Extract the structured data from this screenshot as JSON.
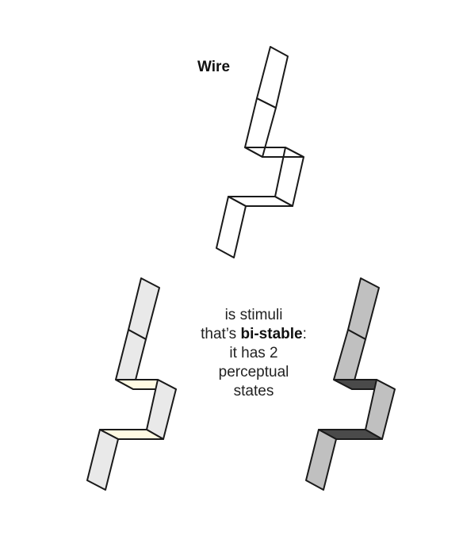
{
  "title": "Wire",
  "caption": {
    "line1": "is stimuli",
    "line2_pre": "that’s ",
    "line2_bold": "bi-stable",
    "line2_post": ":",
    "line3": "it has 2",
    "line4": "perceptual",
    "line5": "states"
  },
  "colors": {
    "outline": "#1a1a1a",
    "light_face": "#e9e9e9",
    "light_highlight": "#fffbe3",
    "dark_face": "#c0c0c0",
    "dark_highlight": "#4a4a4a",
    "background": "#ffffff"
  }
}
